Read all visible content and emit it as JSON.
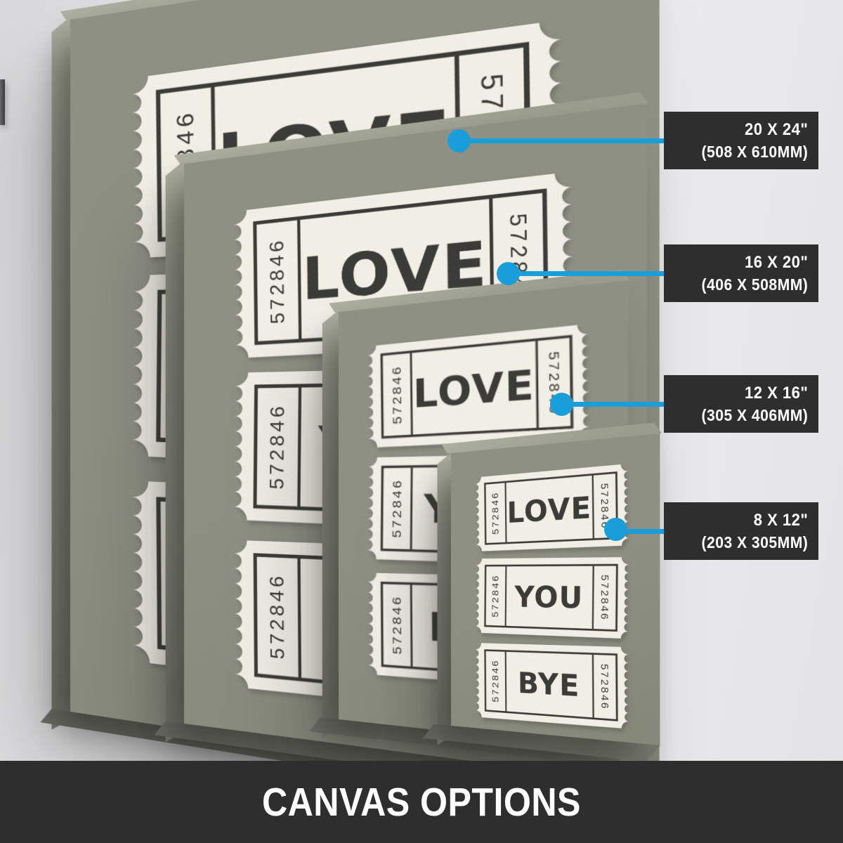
{
  "banner": {
    "title": "CANVAS OPTIONS"
  },
  "artwork": {
    "serial": "572846",
    "tickets": [
      {
        "word": "LOVE"
      },
      {
        "word": "YOU"
      },
      {
        "word": "BYE"
      }
    ]
  },
  "sizes": [
    {
      "name": "20x24",
      "inches": "20 X 24\"",
      "mm": "(508 X 610MM)"
    },
    {
      "name": "16x20",
      "inches": "16 X 20\"",
      "mm": "(406 X 508MM)"
    },
    {
      "name": "12x16",
      "inches": "12 X 16\"",
      "mm": "(305 X 406MM)"
    },
    {
      "name": "8x12",
      "inches": "8 X 12\"",
      "mm": "(203 X 305MM)"
    }
  ],
  "colors": {
    "accent": "#1a9ed9",
    "labelBg": "#2e2e2e",
    "bannerBg": "#2e2e2e",
    "canvas": "#8e9084",
    "paper": "#f1eee6",
    "ink": "#3b3b38"
  }
}
